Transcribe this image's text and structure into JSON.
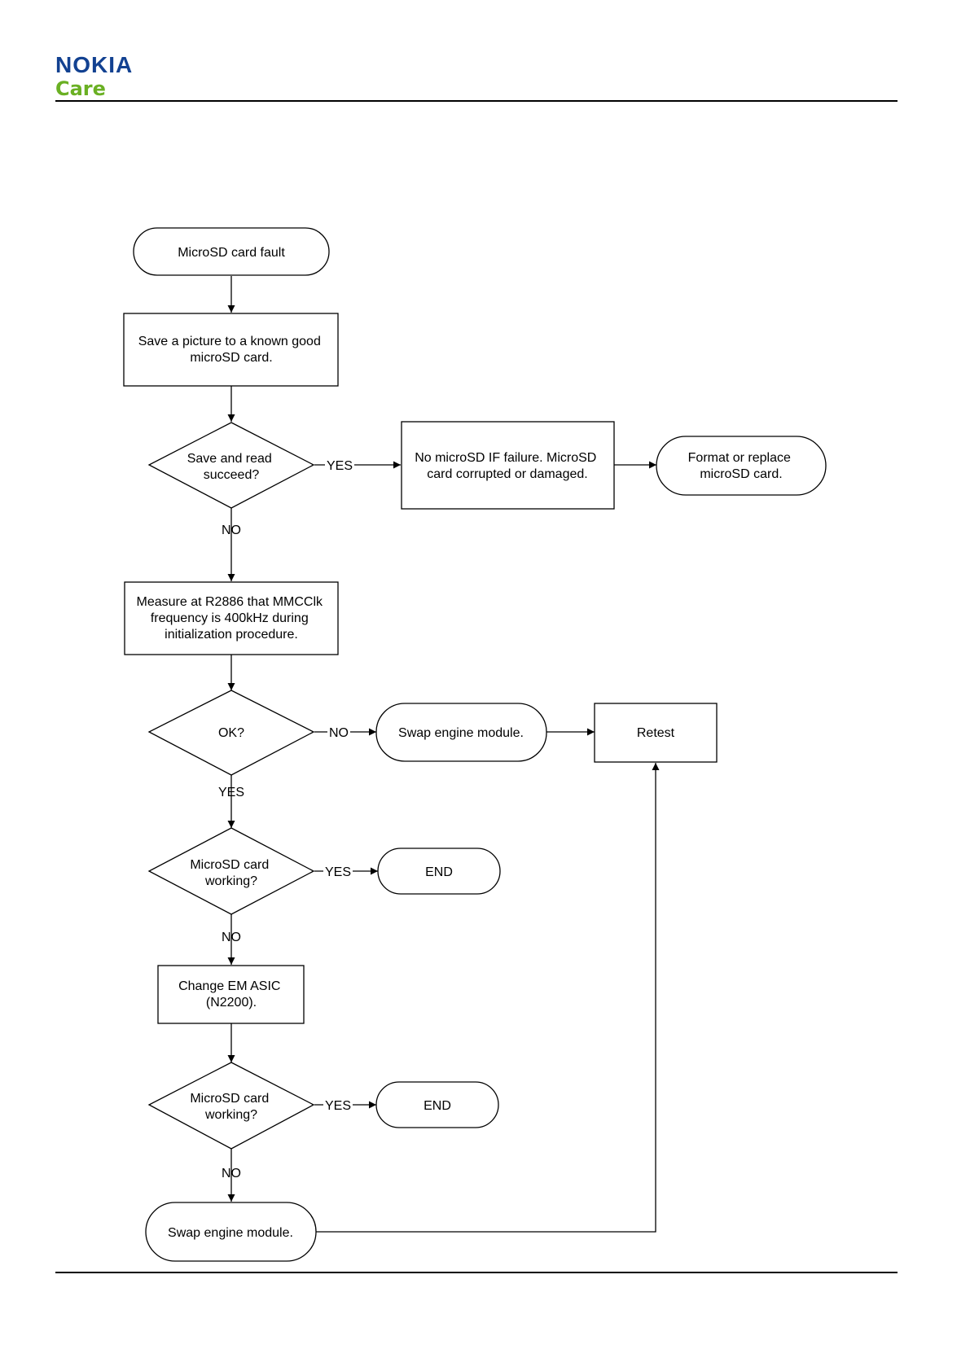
{
  "header": {
    "brand": "NOKIA",
    "sub_brand": "Care"
  },
  "colors": {
    "brand_blue": "#124191",
    "brand_green": "#6ab023",
    "line": "#000000"
  },
  "flowchart": {
    "start": "MicroSD card fault",
    "save_picture": [
      "Save a picture to a known good",
      "microSD card."
    ],
    "decision_save": [
      "Save and read",
      "succeed?"
    ],
    "no_if_failure": [
      "No microSD IF failure. MicroSD",
      "card corrupted or damaged."
    ],
    "format_replace": [
      "Format or replace",
      "microSD card."
    ],
    "measure": [
      "Measure at R2886 that MMCClk",
      "frequency is 400kHz during",
      "initialization procedure."
    ],
    "decision_ok": "OK?",
    "swap_engine_1": "Swap engine module.",
    "retest": "Retest",
    "decision_working_1": [
      "MicroSD card",
      "working?"
    ],
    "end_1": "END",
    "change_asic": [
      "Change EM ASIC",
      "(N2200)."
    ],
    "decision_working_2": [
      "MicroSD card",
      "working?"
    ],
    "end_2": "END",
    "swap_engine_2": "Swap engine module.",
    "labels": {
      "yes": "YES",
      "no": "NO"
    }
  }
}
